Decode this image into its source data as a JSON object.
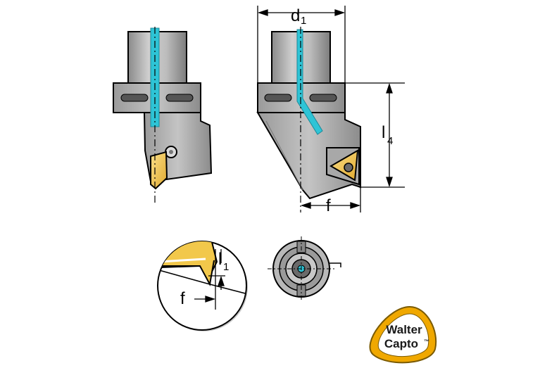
{
  "labels": {
    "d1_main": "d",
    "d1_sub": "1",
    "l4_main": "l",
    "l4_sub": "4",
    "f_top": "f",
    "l1_main": "l",
    "l1_sub": "1",
    "f_detail": "f"
  },
  "logo": {
    "line1": "Walter",
    "line2": "Capto",
    "mark": "™"
  },
  "colors": {
    "coolant": "#2ec4d6",
    "body_gray": "#b4b4b4",
    "dark_gray": "#6e6e6e",
    "insert_gold": "#f2c84b",
    "logo_ring": "#f0a800"
  }
}
